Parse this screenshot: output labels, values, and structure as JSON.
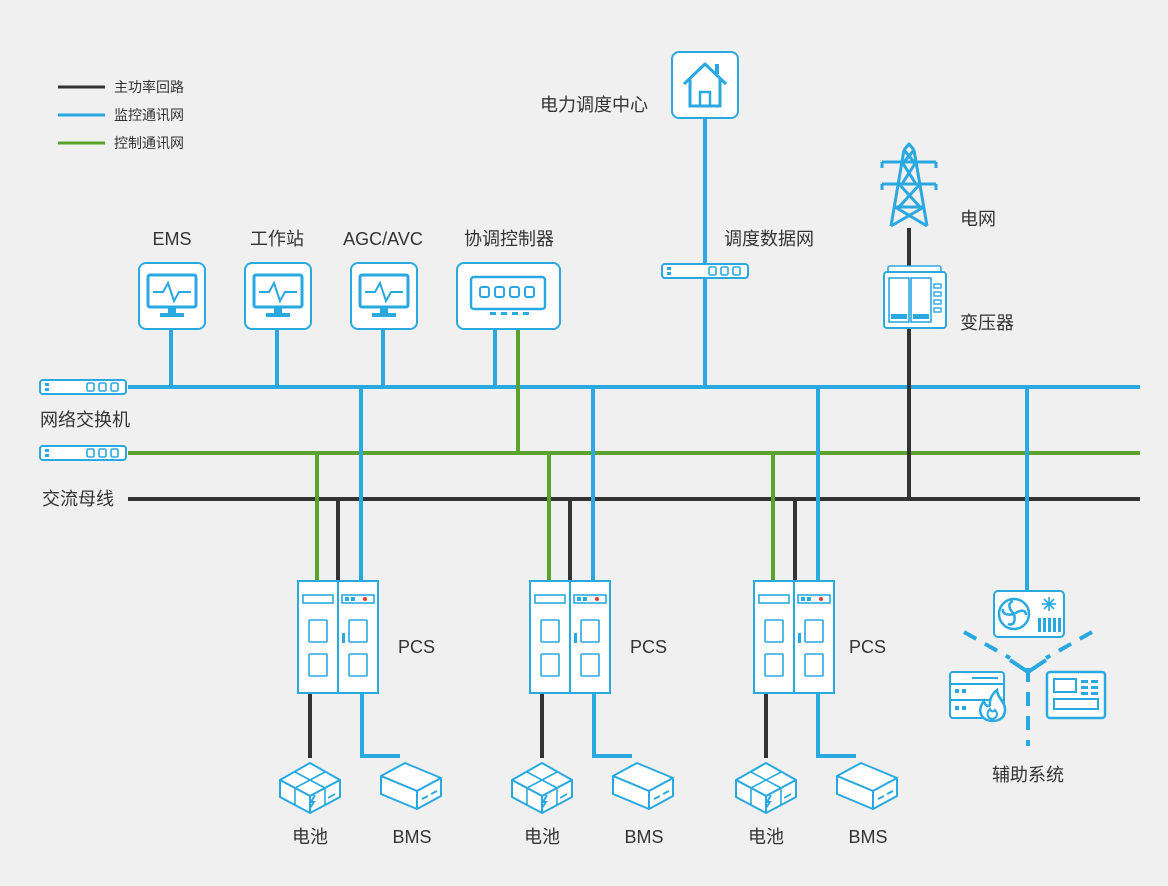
{
  "legend": {
    "items": [
      {
        "label": "主功率回路",
        "color": "#333333"
      },
      {
        "label": "监控通讯网",
        "color": "#2aa8e0"
      },
      {
        "label": "控制通讯网",
        "color": "#5ba32c"
      }
    ]
  },
  "colors": {
    "power": "#333333",
    "monitor": "#2aa8e0",
    "control": "#5ba32c",
    "background": "#f0f0f0"
  },
  "top_nodes": {
    "ems": "EMS",
    "workstation": "工作站",
    "agc_avc": "AGC/AVC",
    "coordinator": "协调控制器"
  },
  "dispatch_center": "电力调度中心",
  "dispatch_network": "调度数据网",
  "grid": "电网",
  "transformer": "变压器",
  "network_switch": "网络交换机",
  "ac_bus": "交流母线",
  "units": [
    {
      "pcs": "PCS",
      "battery": "电池",
      "bms": "BMS"
    },
    {
      "pcs": "PCS",
      "battery": "电池",
      "bms": "BMS"
    },
    {
      "pcs": "PCS",
      "battery": "电池",
      "bms": "BMS"
    }
  ],
  "auxiliary": "辅助系统"
}
